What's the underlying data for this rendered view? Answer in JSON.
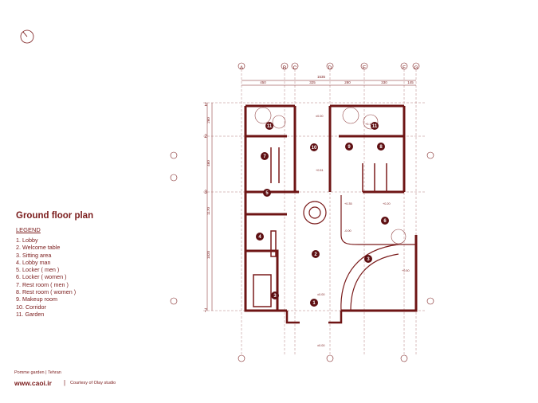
{
  "plan": {
    "title": "Ground floor plan",
    "legend_heading": "LEGEND",
    "legend_items": [
      "1. Lobby",
      "2. Welcome table",
      "3. Sitting area",
      "4. Lobby man",
      "5. Locker ( men )",
      "6. Locker ( women )",
      "7. Rest room ( men )",
      "8. Rest room ( women )",
      "9. Makeup room",
      "10. Corridor",
      "11. Garden"
    ],
    "grid_letters": [
      "A",
      "B",
      "C",
      "D",
      "E",
      "F",
      "G"
    ],
    "grid_numbers": [
      "1",
      "2",
      "3",
      "7"
    ],
    "dims_top": [
      "450",
      "325",
      "280",
      "330",
      "145"
    ],
    "dim_total": "1535",
    "dims_left": [
      "260",
      "460",
      "1170",
      "1020"
    ],
    "room_markers": [
      "1",
      "2",
      "3",
      "3",
      "4",
      "5",
      "6",
      "7",
      "8",
      "9",
      "10",
      "11",
      "11"
    ],
    "levels": [
      "±0.00",
      "+0.10",
      "+0.51",
      "+0.35",
      "+0.20",
      "-0.00",
      "+0.50",
      "±0.00",
      "±0.00"
    ],
    "colors": {
      "ink": "#7a1b1b",
      "wall": "#6e1414",
      "marker": "#5e0f12"
    }
  },
  "footer": {
    "location": "Pomme garden  |  Tehran",
    "site": "www.caoi.ir",
    "separator": "|",
    "credit": "Courtesy of Olay studio"
  },
  "icons": {
    "north": "north-arrow-icon"
  }
}
